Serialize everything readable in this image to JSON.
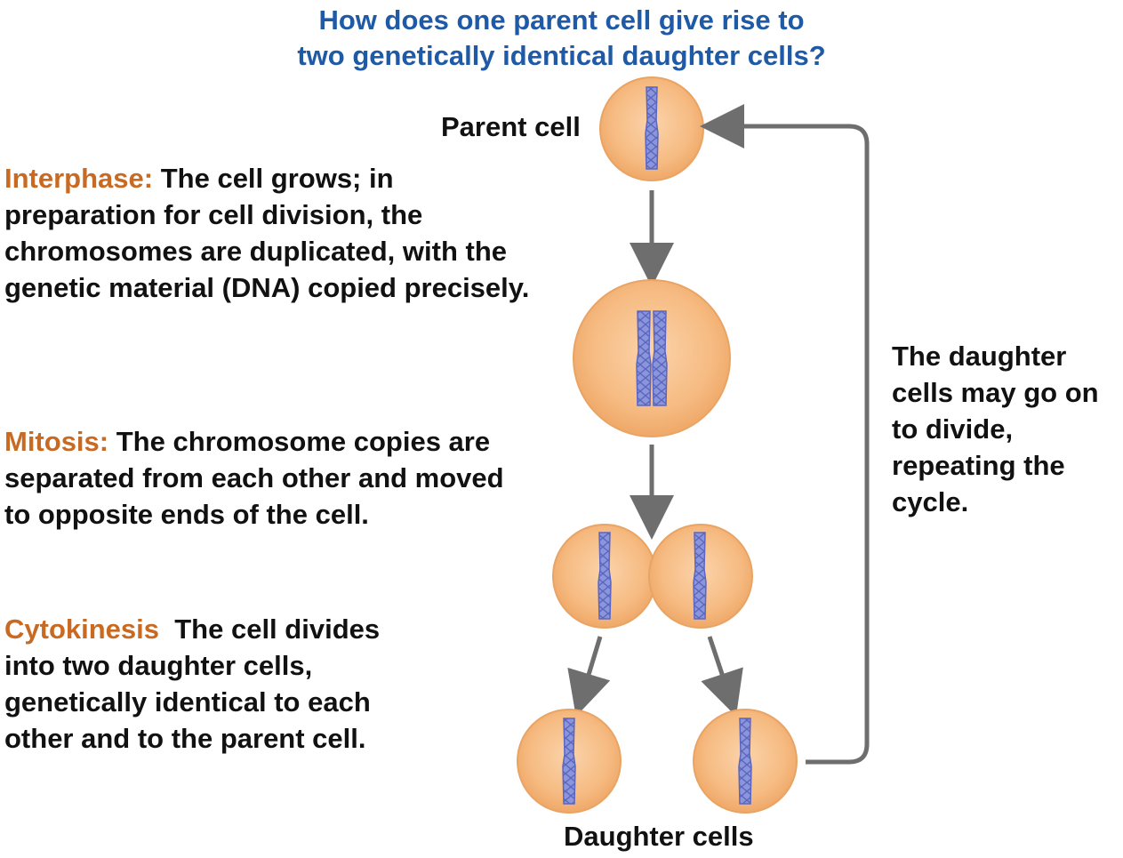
{
  "question": {
    "line1": "How does one parent cell give rise to",
    "line2": "two genetically identical daughter cells?"
  },
  "labels": {
    "parent_cell": "Parent cell",
    "daughter_cells": "Daughter cells"
  },
  "interphase": {
    "term": "Interphase:",
    "line1": " The cell grows; in",
    "line2": "preparation for cell division, the",
    "line3": "chromosomes are duplicated, with the",
    "line4": "genetic material (DNA) copied precisely."
  },
  "mitosis": {
    "term": "Mitosis:",
    "line1": " The chromosome copies are",
    "line2": "separated from each other and moved",
    "line3": "to opposite ends of the cell."
  },
  "cytokinesis": {
    "term": "Cytokinesis",
    "line1": "  The cell divides",
    "line2": "into two daughter cells,",
    "line3": "genetically identical to each",
    "line4": "other and to the parent cell."
  },
  "cycle_note": {
    "line1": "The daughter",
    "line2": "cells may go on",
    "line3": "to divide,",
    "line4": "repeating the",
    "line5": "cycle."
  },
  "colors": {
    "question": "#1f5aa6",
    "term": "#c96a23",
    "cell_fill": "#f6bb82",
    "cell_stroke": "#e9a464",
    "chromosome": "#8b95d9",
    "arrow": "#6e6e6e"
  }
}
